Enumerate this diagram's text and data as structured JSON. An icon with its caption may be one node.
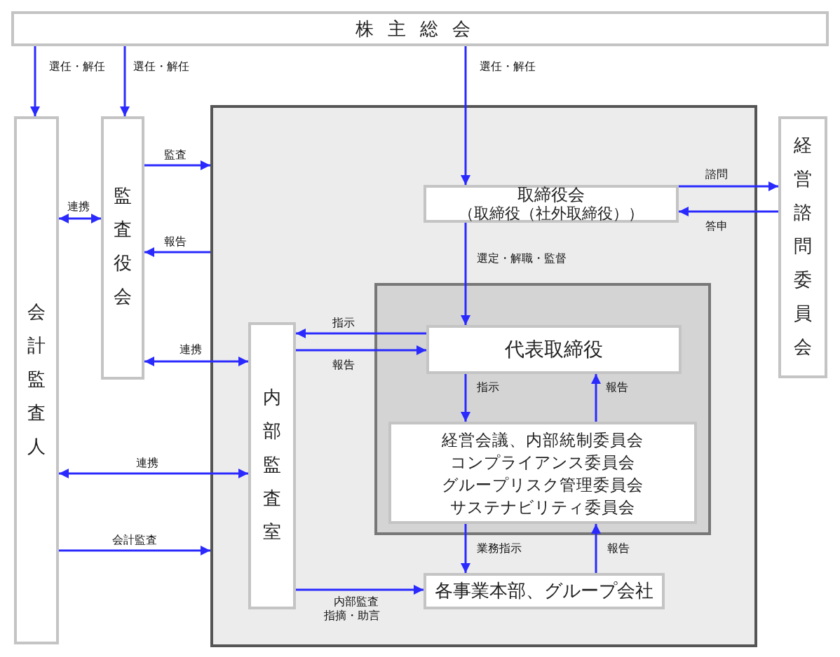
{
  "diagram": {
    "nodes": [
      {
        "text": [
          "株主総会"
        ]
      },
      {
        "text": [
          "会計監査人"
        ]
      },
      {
        "text": [
          "監査役会"
        ]
      },
      {
        "text": [],
        "shape": "box"
      },
      {
        "text": [
          "取締役会",
          "（取締役（社外取締役））"
        ],
        "in": 3
      },
      {
        "text": [],
        "shape": "box",
        "in": 3
      },
      {
        "text": [
          "代表取締役"
        ],
        "in": 5
      },
      {
        "text": [
          "経営会議、内部統制委員会",
          "コンプライアンス委員会",
          "グループリスク管理委員会",
          "サステナビリティ委員会"
        ],
        "in": 5
      },
      {
        "text": [
          "内部監査室"
        ],
        "in": 3
      },
      {
        "text": [
          "各事業本部、グループ会社"
        ],
        "in": 3
      },
      {
        "text": [
          "経営諮問委員会"
        ]
      }
    ],
    "edges": [
      {
        "from": 0,
        "to": 1,
        "arrow": "to",
        "label": "選任・解任"
      },
      {
        "from": 0,
        "to": 2,
        "arrow": "to",
        "label": "選任・解任"
      },
      {
        "from": 0,
        "to": 4,
        "arrow": "to",
        "label": "選任・解任"
      },
      {
        "from": 2,
        "to": 3,
        "arrow": "to",
        "label": "監査"
      },
      {
        "from": 3,
        "to": 2,
        "arrow": "to",
        "label": "報告"
      },
      {
        "from": 1,
        "to": 2,
        "arrow": "both",
        "label": "連携"
      },
      {
        "from": 2,
        "to": 8,
        "arrow": "both",
        "label": "連携"
      },
      {
        "from": 6,
        "to": 8,
        "arrow": "to",
        "label": "指示"
      },
      {
        "from": 8,
        "to": 6,
        "arrow": "to",
        "label": "報告"
      },
      {
        "from": 1,
        "to": 8,
        "arrow": "both",
        "label": "連携"
      },
      {
        "from": 1,
        "to": 3,
        "arrow": "to",
        "label": "会計監査"
      },
      {
        "from": 8,
        "to": 9,
        "arrow": "to",
        "label": "内部監査指摘・助言"
      },
      {
        "from": 4,
        "to": 10,
        "arrow": "to",
        "label": "諮問"
      },
      {
        "from": 10,
        "to": 4,
        "arrow": "to",
        "label": "答申"
      },
      {
        "from": 4,
        "to": 6,
        "arrow": "to",
        "label": "選定・解職・監督"
      },
      {
        "from": 6,
        "to": 7,
        "arrow": "to",
        "label": "指示"
      },
      {
        "from": 7,
        "to": 6,
        "arrow": "to",
        "label": "報告"
      },
      {
        "from": 7,
        "to": 9,
        "arrow": "to",
        "label": "業務指示"
      },
      {
        "from": 9,
        "to": 7,
        "arrow": "to",
        "label": "報告"
      }
    ]
  }
}
